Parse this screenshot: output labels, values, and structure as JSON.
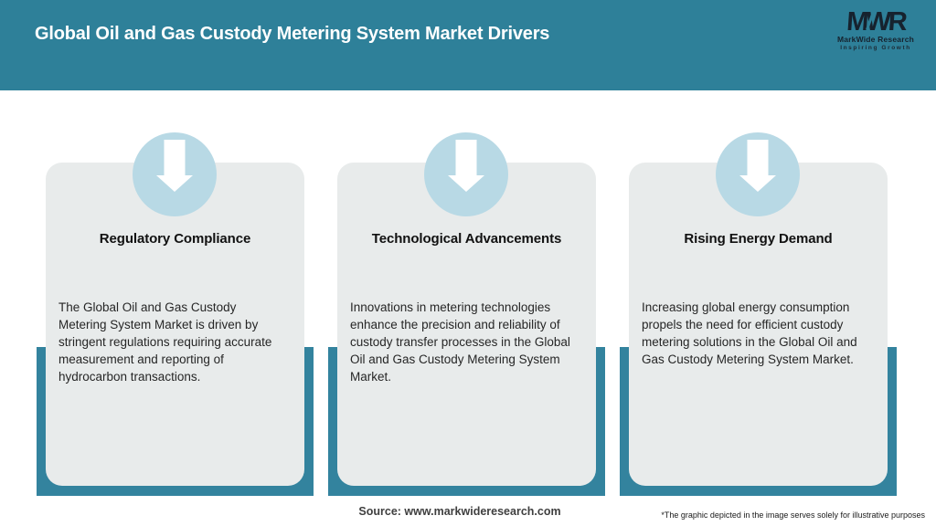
{
  "header": {
    "title": "Global Oil and Gas Custody Metering System Market Drivers",
    "logo": {
      "acronym": "MWR",
      "name": "MarkWide Research",
      "tagline": "Inspiring Growth"
    }
  },
  "cards": [
    {
      "icon": "arrow-down-icon",
      "title": "Regulatory Compliance",
      "body": "The Global Oil and Gas Custody\nMetering System Market is driven by\nstringent regulations requiring accurate\nmeasurement and reporting of\nhydrocarbon transactions."
    },
    {
      "icon": "arrow-down-icon",
      "title": "Technological Advancements",
      "body": "Innovations in metering technologies\nenhance the precision and reliability of\ncustody transfer processes in the Global\nOil and Gas Custody Metering System\nMarket."
    },
    {
      "icon": "arrow-down-icon",
      "title": "Rising Energy Demand",
      "body": "Increasing global energy consumption\npropels the need for efficient custody\nmetering solutions in the Global Oil and\nGas Custody Metering System Market."
    }
  ],
  "footer": {
    "source": "Source: www.markwideresearch.com",
    "disclaimer": "*The graphic depicted in the image serves solely for illustrative purposes"
  },
  "colors": {
    "header_teal": "#2e8099",
    "band_teal": "#33839e",
    "circle_blue": "#b8d9e5",
    "card_gray": "#e8ebeb",
    "arrow_white": "#ffffff"
  }
}
